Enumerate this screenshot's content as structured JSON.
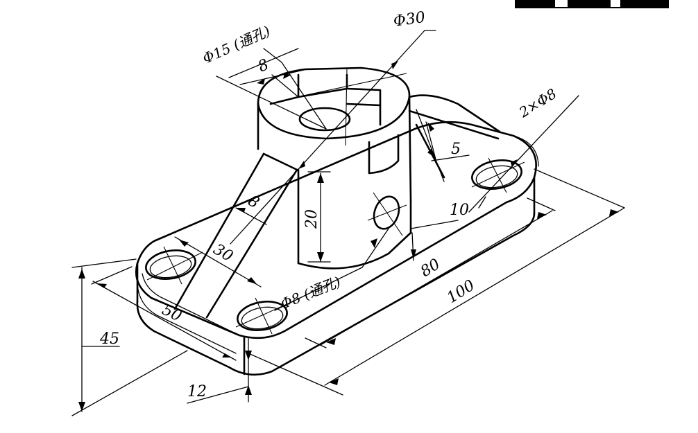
{
  "dimensions": {
    "phi15_through": "Φ15 (通孔)",
    "phi30": "Φ30",
    "slot_width": "8",
    "hole_2x_phi8": "2×Φ8",
    "slot_depth": "5",
    "height_20": "20",
    "rib_thickness": "8",
    "offset_10": "10",
    "rib_30": "30",
    "length_80": "80",
    "length_100": "100",
    "phi8_through": "Φ8 (通孔)",
    "width_50": "50",
    "height_45": "45",
    "base_12": "12"
  }
}
